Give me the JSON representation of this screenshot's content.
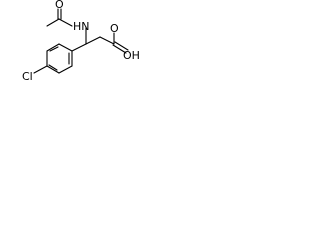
{
  "molecule": {
    "atoms": {
      "acetyl_oxygen": "O",
      "amide_nitrogen": "HN",
      "carbonyl_oxygen": "O",
      "hydroxyl": "OH",
      "chlorine": "Cl"
    }
  }
}
